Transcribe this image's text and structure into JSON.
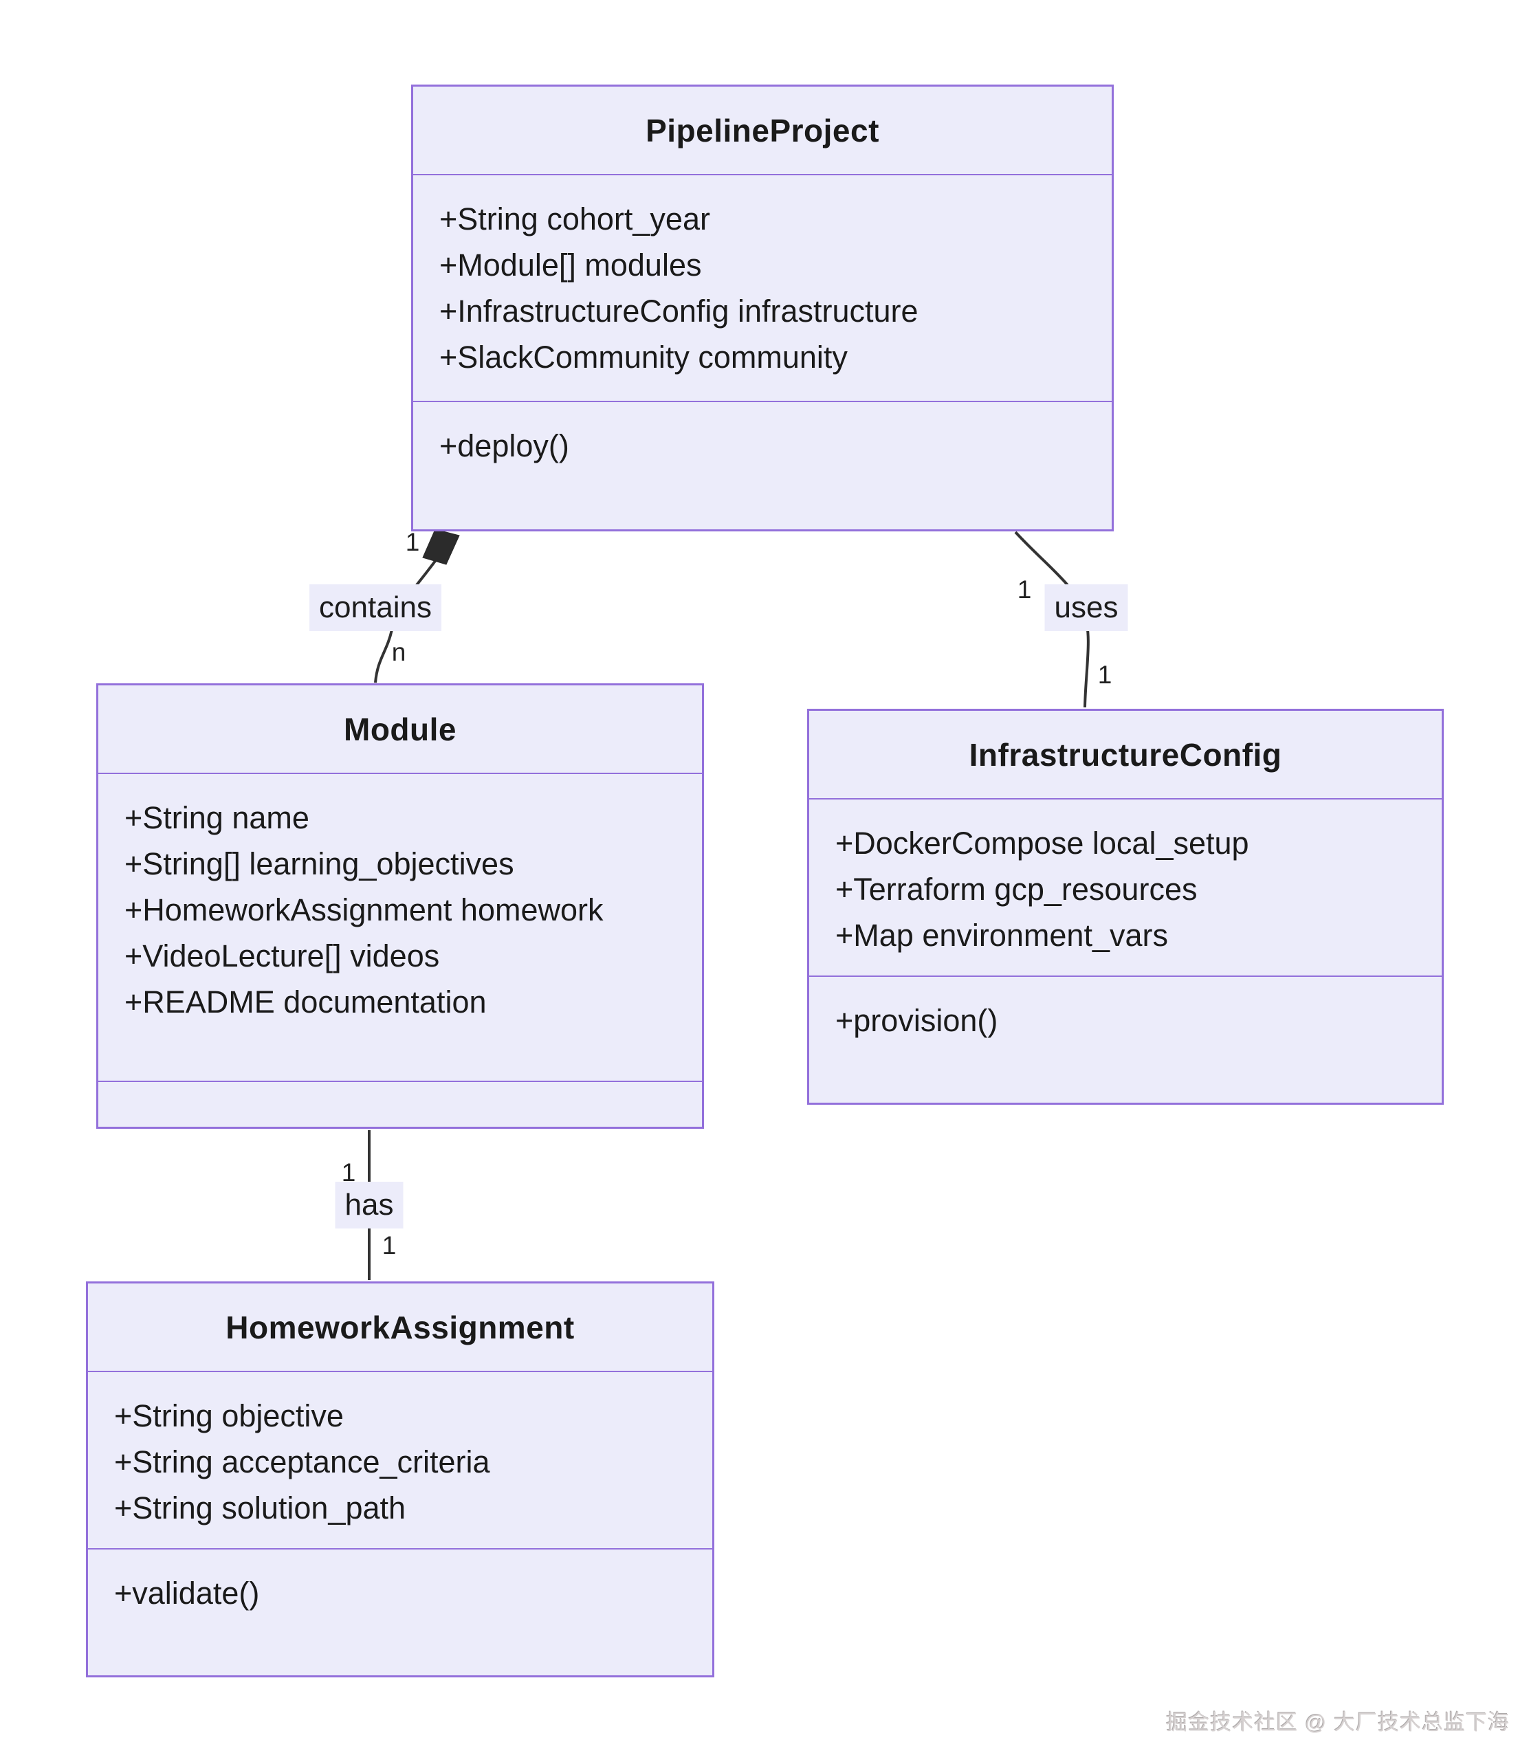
{
  "diagram": {
    "classes": [
      {
        "name": "PipelineProject",
        "attributes": [
          "+String cohort_year",
          "+Module[] modules",
          "+InfrastructureConfig infrastructure",
          "+SlackCommunity community"
        ],
        "methods": [
          "+deploy()"
        ]
      },
      {
        "name": "Module",
        "attributes": [
          "+String name",
          "+String[] learning_objectives",
          "+HomeworkAssignment homework",
          "+VideoLecture[] videos",
          "+README documentation"
        ],
        "methods": []
      },
      {
        "name": "InfrastructureConfig",
        "attributes": [
          "+DockerCompose local_setup",
          "+Terraform gcp_resources",
          "+Map environment_vars"
        ],
        "methods": [
          "+provision()"
        ]
      },
      {
        "name": "HomeworkAssignment",
        "attributes": [
          "+String objective",
          "+String acceptance_criteria",
          "+String solution_path"
        ],
        "methods": [
          "+validate()"
        ]
      }
    ],
    "relationships": [
      {
        "label": "contains",
        "from": "PipelineProject",
        "to": "Module",
        "from_card": "1",
        "to_card": "n",
        "type": "composition"
      },
      {
        "label": "uses",
        "from": "PipelineProject",
        "to": "InfrastructureConfig",
        "from_card": "1",
        "to_card": "1",
        "type": "association"
      },
      {
        "label": "has",
        "from": "Module",
        "to": "HomeworkAssignment",
        "from_card": "1",
        "to_card": "1",
        "type": "association"
      }
    ],
    "colors": {
      "box_fill": "#ECECFA",
      "box_border": "#9370DB",
      "edge": "#333333",
      "diamond_fill": "#2b2b2b",
      "text": "#1a1a1a"
    },
    "watermark": "掘金技术社区 @ 大厂技术总监下海"
  }
}
